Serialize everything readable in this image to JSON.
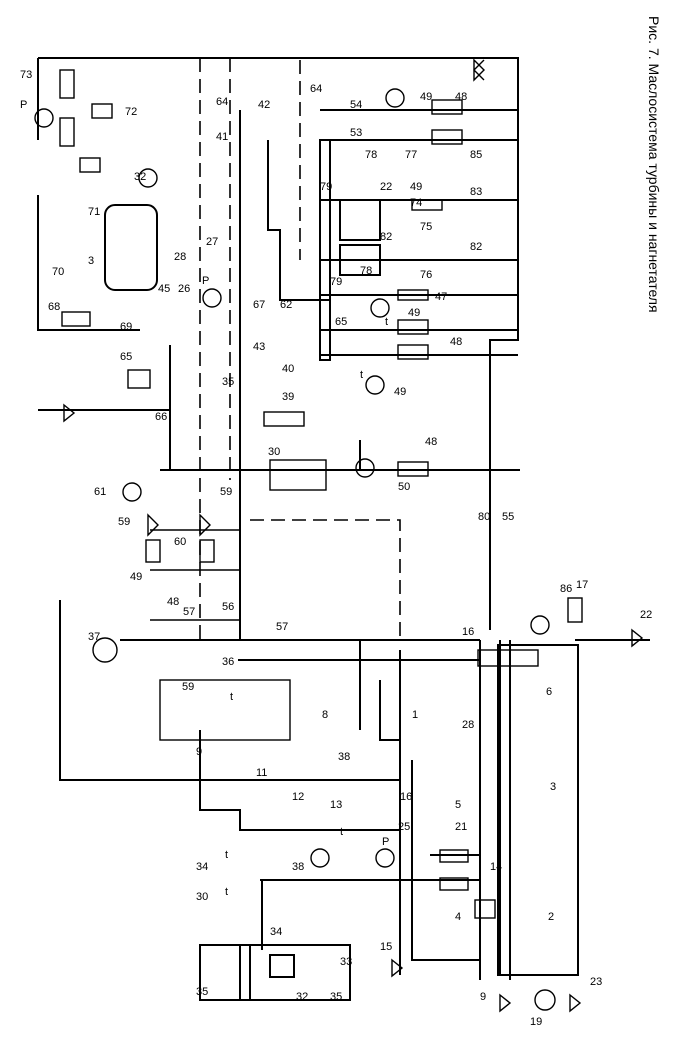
{
  "caption": "Рис. 7. Маслосистема турбины и нагнетателя",
  "labels": {
    "l73": "73",
    "lP1": "P",
    "l72": "72",
    "l64a": "64",
    "l41": "41",
    "l42": "42",
    "l64b": "64",
    "l54": "54",
    "l53": "53",
    "l49a": "49",
    "l48a": "48",
    "l32a": "32",
    "l71": "71",
    "l27": "27",
    "l78a": "78",
    "l77": "77",
    "l85": "85",
    "l79a": "79",
    "l22a": "22",
    "l49b": "49",
    "l74": "74",
    "l83": "83",
    "l3a": "3",
    "l70": "70",
    "l28a": "28",
    "l75": "75",
    "l82a": "82",
    "l82b": "82",
    "l45": "45",
    "l26": "26",
    "lP2": "P",
    "l78b": "78",
    "l76": "76",
    "l79b": "79",
    "l68": "68",
    "l69": "69",
    "l67": "67",
    "l62": "62",
    "l47": "47",
    "l49c": "49",
    "l65a": "65",
    "lt1": "t",
    "l43": "43",
    "l65b": "65",
    "l48b": "48",
    "l35a": "35",
    "l40": "40",
    "l49d": "49",
    "lt2": "t",
    "l66": "66",
    "l39": "39",
    "l30a": "30",
    "l50": "50",
    "l48c": "48",
    "l61": "61",
    "l59a": "59",
    "l59b": "59",
    "l60": "60",
    "l80": "80",
    "l55": "55",
    "l49e": "49",
    "l48d": "48",
    "l57a": "57",
    "l56": "56",
    "l57b": "57",
    "l16a": "16",
    "l86": "86",
    "l17": "17",
    "l22b": "22",
    "l37": "37",
    "l36": "36",
    "l59c": "59",
    "lt3": "t",
    "l8": "8",
    "l1": "1",
    "l28b": "28",
    "l6": "6",
    "l9a": "9",
    "l38a": "38",
    "l11": "11",
    "l12": "12",
    "l13": "13",
    "l16b": "16",
    "l5": "5",
    "l3b": "3",
    "l21": "21",
    "lP3": "P",
    "l25": "25",
    "lt4": "t",
    "l34a": "34",
    "lt5": "t",
    "lt6": "t",
    "l30b": "30",
    "l38b": "38",
    "l14": "14",
    "l34b": "34",
    "l4": "4",
    "l2": "2",
    "l15": "15",
    "l33": "33",
    "l35b": "35",
    "l32b": "32",
    "l35c": "35",
    "l9b": "9",
    "l19": "19",
    "l23": "23"
  }
}
